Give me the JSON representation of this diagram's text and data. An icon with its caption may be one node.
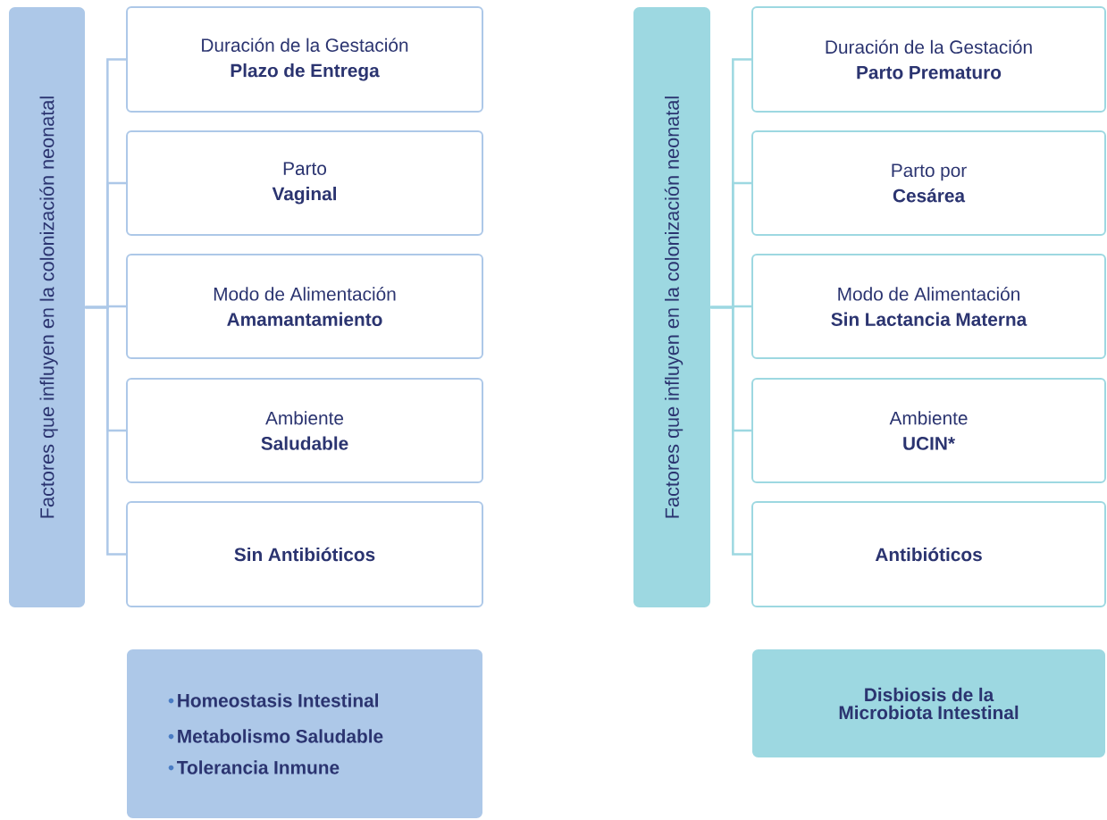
{
  "diagram": {
    "nodes": [
      {
        "text": [
          "Factores que influyen en la colonización neonatal"
        ]
      },
      {
        "text": [
          "Duración de la Gestación",
          "Plazo de Entrega"
        ]
      },
      {
        "text": [
          "Parto",
          "Vaginal"
        ]
      },
      {
        "text": [
          "Modo de Alimentación",
          "Amamantamiento"
        ]
      },
      {
        "text": [
          "Ambiente",
          "Saludable"
        ]
      },
      {
        "text": [
          "Sin Antibióticos"
        ]
      },
      {
        "text": [
          "Homeostasis Intestinal",
          "Metabolismo Saludable",
          "Tolerancia Inmune"
        ]
      },
      {
        "text": [
          "Factores que influyen en la colonización neonatal"
        ]
      },
      {
        "text": [
          "Duración de la Gestación",
          "Parto Prematuro"
        ]
      },
      {
        "text": [
          "Parto por",
          "Cesárea"
        ]
      },
      {
        "text": [
          "Modo de Alimentación",
          "Sin Lactancia Materna"
        ]
      },
      {
        "text": [
          "Ambiente",
          "UCIN*"
        ]
      },
      {
        "text": [
          "Antibióticos"
        ]
      },
      {
        "text": [
          "Disbiosis de la Microbiota Intestinal"
        ]
      }
    ],
    "edges": [
      {
        "from": 0,
        "to": 1,
        "arrow": "none",
        "color": "#adc8e8"
      },
      {
        "from": 0,
        "to": 2,
        "arrow": "none",
        "color": "#adc8e8"
      },
      {
        "from": 0,
        "to": 3,
        "arrow": "none",
        "color": "#adc8e8"
      },
      {
        "from": 0,
        "to": 4,
        "arrow": "none",
        "color": "#adc8e8"
      },
      {
        "from": 0,
        "to": 5,
        "arrow": "none",
        "color": "#adc8e8"
      },
      {
        "from": 7,
        "to": 8,
        "arrow": "none",
        "color": "#9dd8e1"
      },
      {
        "from": 7,
        "to": 9,
        "arrow": "none",
        "color": "#9dd8e1"
      },
      {
        "from": 7,
        "to": 10,
        "arrow": "none",
        "color": "#9dd8e1"
      },
      {
        "from": 7,
        "to": 11,
        "arrow": "none",
        "color": "#9dd8e1"
      },
      {
        "from": 7,
        "to": 12,
        "arrow": "none",
        "color": "#9dd8e1"
      }
    ]
  }
}
